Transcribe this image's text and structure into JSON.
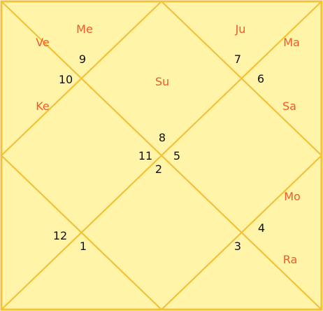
{
  "colors": {
    "background": "#fff4a8",
    "line": "#f2c23a",
    "planet_text": "#f05a2a",
    "number_text": "#111111"
  },
  "houses": {
    "h1": "1",
    "h2": "2",
    "h3": "3",
    "h4": "4",
    "h5": "5",
    "h6": "6",
    "h7": "7",
    "h8": "8",
    "h9": "9",
    "h10": "10",
    "h11": "11",
    "h12": "12"
  },
  "planets": {
    "su": "Su",
    "me": "Me",
    "ve": "Ve",
    "ke": "Ke",
    "ju": "Ju",
    "ma": "Ma",
    "sa": "Sa",
    "mo": "Mo",
    "ra": "Ra"
  }
}
